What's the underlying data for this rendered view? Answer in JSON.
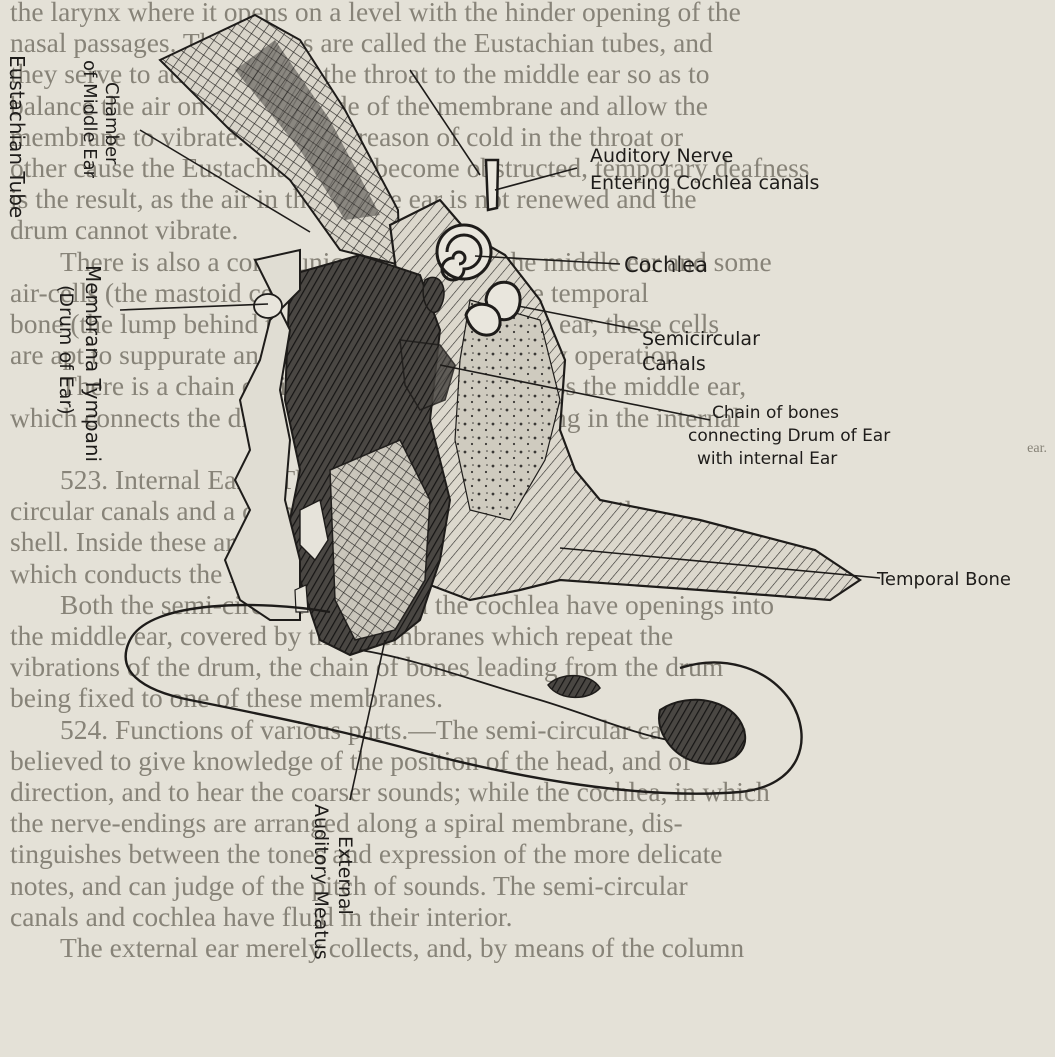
{
  "background_text": {
    "lines": [
      "the larynx where it opens on a level with the hinder opening of the",
      "nasal passages. These tubes are called the Eustachian tubes, and",
      "they serve to admit air from the throat to the middle ear so as to",
      "balance the air on the outer side of the membrane and allow the",
      "membrane to vibrate. When by reason of cold in the throat or",
      "other cause the Eustachian tubes become obstructed, temporary deafness",
      "is the result, as the air in the middle ear is not renewed and the",
      "drum cannot vibrate.",
      "There is also a communication between the middle ear and some",
      "air-cells (the mastoid cells) in a projection of the temporal",
      "bone (the lump behind the ear). In diseases of the ear, these cells",
      "are apt to suppurate and may have to be opened by operation.",
      "There is a chain of tiny bones stretching across the middle ear,",
      "which connects the drum of the ear with an opening in the internal",
      "ear.",
      "523. Internal Ear.—This consists of three semi-",
      "circular canals and a cochlea, which is coiled like a snail-",
      "shell. Inside these are the fine endings of the nerve of hearing",
      "which conducts the impressions to the brain.",
      "Both the semi-circular canals and the cochlea have openings into",
      "the middle ear, covered by thin membranes which repeat the",
      "vibrations of the drum, the chain of bones leading from the drum",
      "being fixed to one of these membranes.",
      "524. Functions of various parts.—The semi-circular canals are",
      "believed to give knowledge of the position of the head, and of",
      "direction, and to hear the coarser sounds; while the cochlea, in which",
      "the nerve-endings are arranged along a spiral membrane, dis-",
      "tinguishes between the tones and expression of the more delicate",
      "notes, and can judge of the pitch of sounds. The semi-circular",
      "canals and cochlea have fluid in their interior.",
      "The external ear merely collects, and, by means of the column"
    ]
  },
  "labels": {
    "auditory_nerve_line1": "Auditory Nerve",
    "auditory_nerve_line2": "Entering Cochlea canals",
    "cochlea": "Cochlea",
    "semicircular_line1": "Semicircular",
    "semicircular_line2": "Canals",
    "chain_line1": "Chain of bones",
    "chain_line2": "connecting Drum of Ear",
    "chain_line3": "with internal Ear",
    "temporal_bone": "Temporal Bone",
    "eustachian_tube": "Eustachian Tube",
    "chamber_line1": "Chamber",
    "chamber_line2": "of Middle Ear",
    "membrana_line1": "Membrana Tympani",
    "membrana_line2": "(Drum of Ear)",
    "external_line1": "External",
    "external_line2": "Auditory Meatus"
  },
  "colors": {
    "paper": "#e4e1d7",
    "bleed_text": "#878378",
    "ink": "#1e1c1a"
  }
}
